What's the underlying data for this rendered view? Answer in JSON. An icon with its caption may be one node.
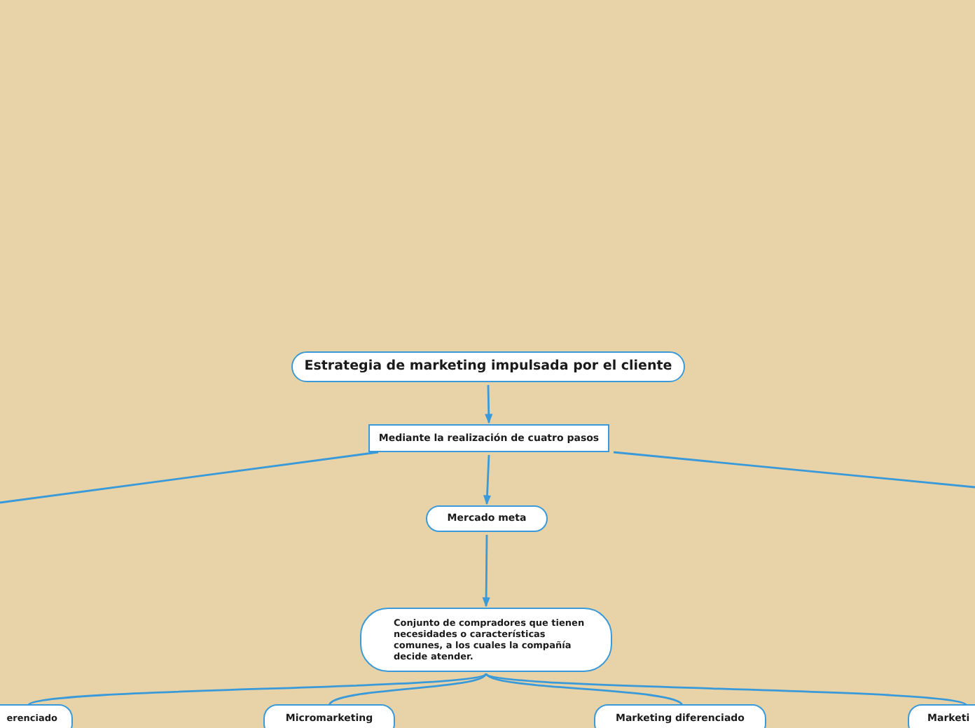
{
  "diagram": {
    "nodes": [
      {
        "text": [
          "Estrategia de marketing impulsada por el cliente"
        ]
      },
      {
        "text": [
          "Mediante la realización de cuatro pasos"
        ]
      },
      {
        "text": [
          "Mercado meta"
        ]
      },
      {
        "text": [
          "Conjunto de compradores que tienen necesidades o características comunes, a los cuales la compañía decide atender."
        ]
      },
      {
        "text": [
          "erenciado"
        ]
      },
      {
        "text": [
          "Micromarketing"
        ]
      },
      {
        "text": [
          "Marketing diferenciado"
        ]
      },
      {
        "text": [
          "Marketi"
        ]
      }
    ],
    "edges": [
      {
        "from": 0,
        "to": 1,
        "arrow": "to"
      },
      {
        "from": 1,
        "to": 2,
        "arrow": "to"
      },
      {
        "from": 2,
        "to": 3,
        "arrow": "to"
      },
      {
        "from": 1,
        "to": null,
        "arrow": "none"
      },
      {
        "from": 1,
        "to": null,
        "arrow": "none"
      },
      {
        "from": 3,
        "to": 4,
        "arrow": "none"
      },
      {
        "from": 3,
        "to": 5,
        "arrow": "none"
      },
      {
        "from": 3,
        "to": 6,
        "arrow": "none"
      },
      {
        "from": 3,
        "to": 7,
        "arrow": "none"
      }
    ]
  }
}
